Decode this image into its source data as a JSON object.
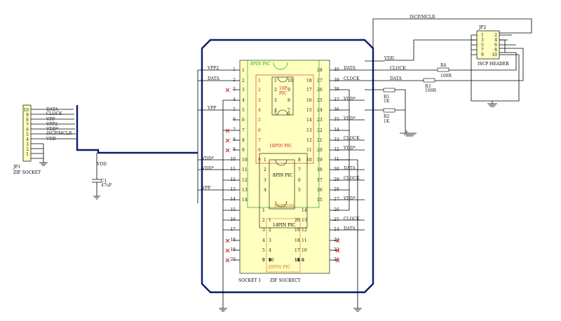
{
  "jp1": {
    "ref": "JP1",
    "name": "ZIF SOCKET",
    "pin_numbers": [
      "10",
      "9",
      "8",
      "7",
      "6",
      "5",
      "4",
      "3",
      "2",
      "1"
    ],
    "nets": [
      "DATA",
      "CLOCK",
      "VPP",
      "VPP2",
      "VDD*",
      "ISCP/MCLR",
      "VDD"
    ]
  },
  "cap": {
    "ref": "C1",
    "value": "47uF",
    "net": "VDD"
  },
  "jp2": {
    "ref": "JP2",
    "name": "ISCP HEADER",
    "left_pins": [
      "1",
      "3",
      "5",
      "7",
      "9"
    ],
    "right_pins": [
      "2",
      "4",
      "6",
      "8",
      "10"
    ],
    "top_net": "ISCP/MCLR"
  },
  "resistors": [
    {
      "ref": "R4",
      "value": "100R"
    },
    {
      "ref": "R3",
      "value": "100R"
    },
    {
      "ref": "R1",
      "value": "1K"
    },
    {
      "ref": "R2",
      "value": "1K"
    }
  ],
  "right_header_nets": [
    "VDD",
    "CLOCK",
    "DATA"
  ],
  "socket": {
    "ref": "SOCKET 1",
    "name": "ZIF SOCKECT",
    "left_pins": [
      "1",
      "2",
      "3",
      "4",
      "5",
      "6",
      "7",
      "8",
      "9",
      "10",
      "11",
      "12",
      "13",
      "14",
      "15",
      "16",
      "17",
      "18",
      "19",
      "20"
    ],
    "right_pins": [
      "40",
      "39",
      "38",
      "37",
      "36",
      "35",
      "34",
      "33",
      "32",
      "31",
      "30",
      "29",
      "28",
      "27",
      "26",
      "25",
      "24",
      "23",
      "22",
      "21"
    ],
    "left_nets": [
      {
        "pin": 1,
        "net": "VPP2"
      },
      {
        "pin": 2,
        "net": "DATA"
      },
      {
        "pin": 5,
        "net": "VPP"
      },
      {
        "pin": 10,
        "net": "VDD*"
      },
      {
        "pin": 11,
        "net": "VDD*"
      },
      {
        "pin": 13,
        "net": "VPP"
      }
    ],
    "right_nets": [
      {
        "pin": 40,
        "net": "DATA"
      },
      {
        "pin": 39,
        "net": "CLOCK"
      },
      {
        "pin": 37,
        "net": "VDD*"
      },
      {
        "pin": 35,
        "net": "VDD*"
      },
      {
        "pin": 33,
        "net": "CLOCK"
      },
      {
        "pin": 32,
        "net": "VDD*"
      },
      {
        "pin": 30,
        "net": "DATA"
      },
      {
        "pin": 29,
        "net": "CLOCK"
      },
      {
        "pin": 27,
        "net": "VDD*"
      },
      {
        "pin": 25,
        "net": "CLOCK"
      },
      {
        "pin": 24,
        "net": "DATA"
      }
    ]
  },
  "pic8": {
    "name": "8PIN PIC"
  },
  "pic10": {
    "line1": "10P",
    "line2": "PIC",
    "left": [
      "1",
      "2",
      "3",
      "4",
      "5"
    ],
    "right": [
      "10",
      "9",
      "8",
      "7",
      "6"
    ]
  },
  "pic18": {
    "name": "18PIN PIC",
    "left": [
      "1",
      "2",
      "3",
      "4",
      "5",
      "6",
      "7",
      "8",
      "9"
    ],
    "right": [
      "18",
      "17",
      "16",
      "15",
      "14",
      "13",
      "12",
      "11",
      "10"
    ]
  },
  "pic8b": {
    "name": "8PIN PIC",
    "left": [
      "1",
      "2",
      "3",
      "4"
    ],
    "right": [
      "8",
      "7",
      "6",
      "5"
    ]
  },
  "eeprom": {
    "name": "EEPROM"
  },
  "pic14": {
    "name": "14PIN PIC",
    "left": [
      "1",
      "2",
      "3",
      "4",
      "5",
      "6",
      "7"
    ],
    "right": [
      "14",
      "13",
      "12",
      "11",
      "10",
      "9",
      "8"
    ]
  },
  "pic20": {
    "name": "20PIN PIC",
    "left": [
      "1",
      "2",
      "3",
      "4",
      "5",
      "6",
      "7",
      "8",
      "9",
      "10"
    ],
    "right": [
      "20",
      "19",
      "18",
      "17",
      "16",
      "15",
      "14",
      "13",
      "12",
      "11"
    ]
  },
  "pic28": {
    "left": [
      "1",
      "2",
      "3",
      "4",
      "5",
      "6",
      "7",
      "8",
      "9",
      "10",
      "11",
      "12",
      "13",
      "14"
    ],
    "right": [
      "28",
      "27",
      "26",
      "25",
      "24",
      "23",
      "22",
      "21",
      "20",
      "19",
      "18",
      "17",
      "16",
      "15"
    ]
  }
}
